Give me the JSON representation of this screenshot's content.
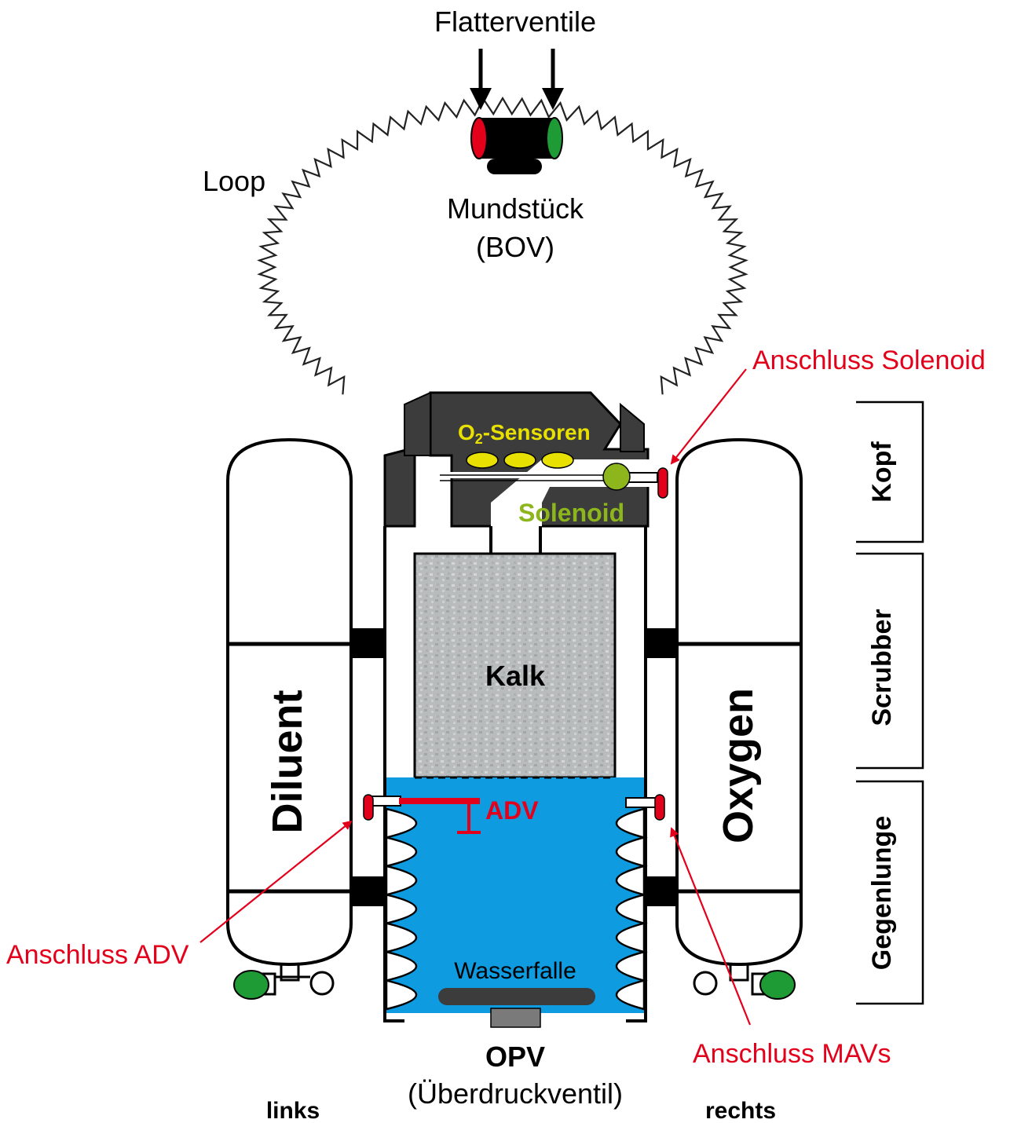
{
  "labels": {
    "flatterventile": "Flatterventile",
    "loop": "Loop",
    "mundstueck": "Mundstück",
    "bov": "(BOV)",
    "anschluss_solenoid": "Anschluss Solenoid",
    "o2_prefix": "O",
    "o2_subscript": "2",
    "o2_suffix": "-Sensoren",
    "solenoid": "Solenoid",
    "kalk": "Kalk",
    "adv": "ADV",
    "diluent": "Diluent",
    "oxygen": "Oxygen",
    "anschluss_adv": "Anschluss ADV",
    "wasserfalle": "Wasserfalle",
    "anschluss_mavs": "Anschluss MAVs",
    "opv": "OPV",
    "ueberdruckventil": "(Überdruckventil)",
    "links": "links",
    "rechts": "rechts"
  },
  "sections": {
    "kopf": "Kopf",
    "scrubber": "Scrubber",
    "gegenlunge": "Gegenlunge"
  },
  "colors": {
    "annotation_red": "#e3001b",
    "water_blue": "#0e9be0",
    "sensor_yellow": "#e8e000",
    "solenoid_green": "#8cb61c",
    "valve_green": "#1e9b34",
    "head_dark": "#3c3c3c",
    "kalk_grey": "#b9bcbc"
  }
}
